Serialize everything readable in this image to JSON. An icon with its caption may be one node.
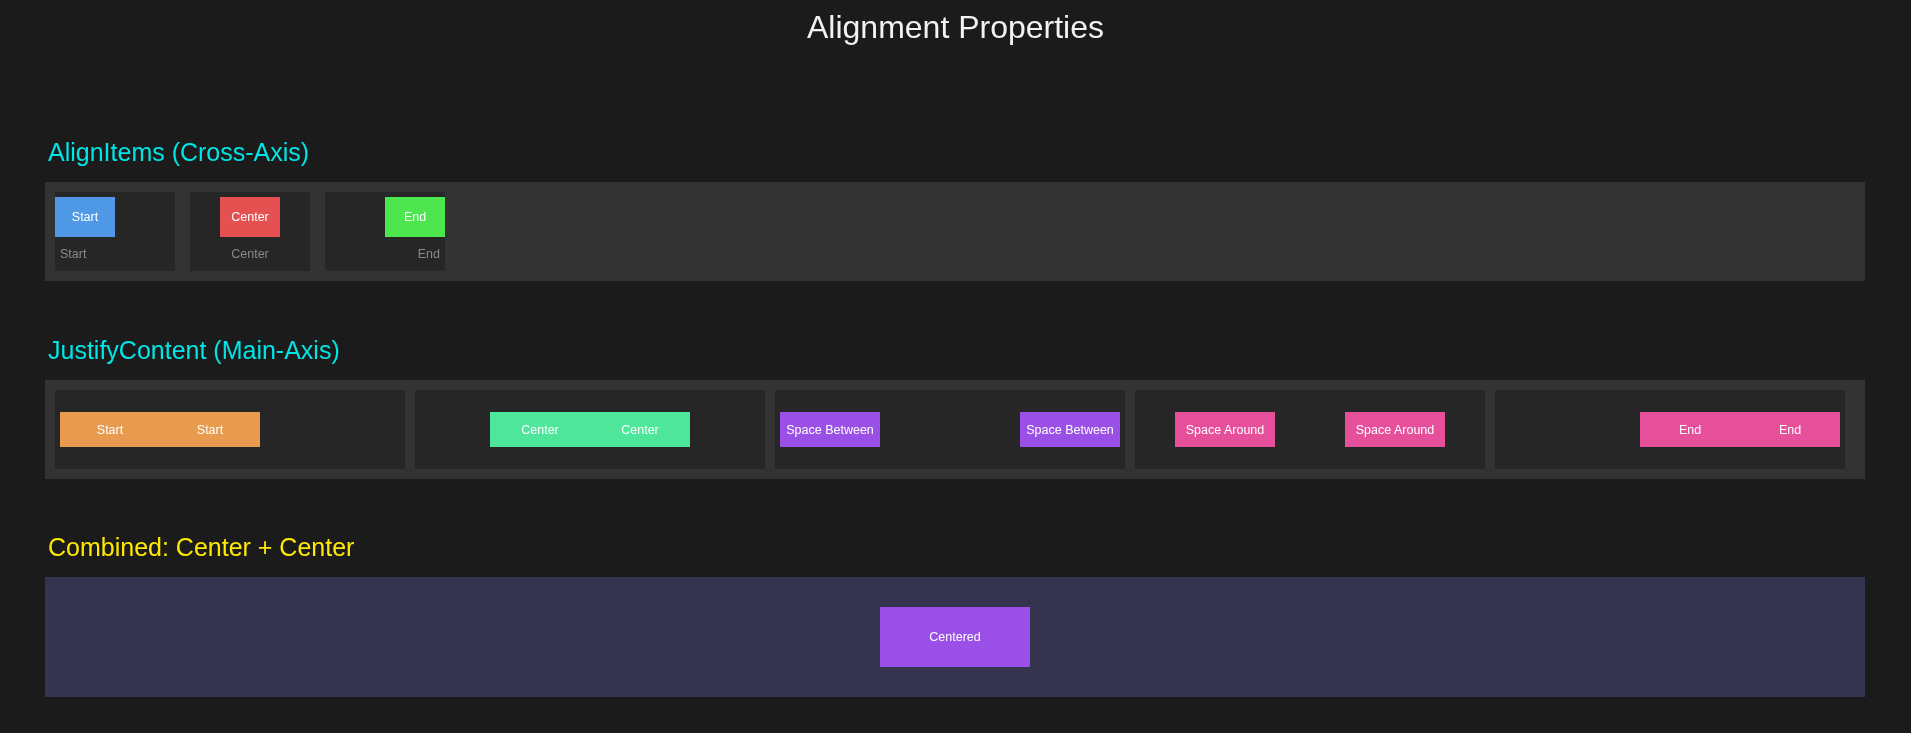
{
  "diagram": {
    "title": "Alignment Properties",
    "nodes": [
      {
        "text": [
          "AlignItems (Cross-Axis)"
        ]
      },
      {
        "text": [
          "Start"
        ],
        "in": 0
      },
      {
        "text": [
          "Start"
        ],
        "in": 1
      },
      {
        "text": [
          "Center"
        ],
        "in": 0
      },
      {
        "text": [
          "Center"
        ],
        "in": 3
      },
      {
        "text": [
          "End"
        ],
        "in": 0
      },
      {
        "text": [
          "End"
        ],
        "in": 5
      },
      {
        "text": [
          "JustifyContent (Main-Axis)"
        ]
      },
      {
        "text": [],
        "shape": "box",
        "in": 7
      },
      {
        "text": [
          "Start"
        ],
        "in": 8
      },
      {
        "text": [
          "Start"
        ],
        "in": 8
      },
      {
        "text": [],
        "shape": "box",
        "in": 7
      },
      {
        "text": [
          "Center"
        ],
        "in": 11
      },
      {
        "text": [
          "Center"
        ],
        "in": 11
      },
      {
        "text": [],
        "shape": "box",
        "in": 7
      },
      {
        "text": [
          "Space Between"
        ],
        "in": 14
      },
      {
        "text": [
          "Space Between"
        ],
        "in": 14
      },
      {
        "text": [],
        "shape": "box",
        "in": 7
      },
      {
        "text": [
          "Space Around"
        ],
        "in": 17
      },
      {
        "text": [
          "Space Around"
        ],
        "in": 17
      },
      {
        "text": [],
        "shape": "box",
        "in": 7
      },
      {
        "text": [
          "End"
        ],
        "in": 20
      },
      {
        "text": [
          "End"
        ],
        "in": 20
      },
      {
        "text": [
          "Combined: Center + Center"
        ]
      },
      {
        "text": [
          "Centered"
        ],
        "in": 23
      }
    ]
  }
}
